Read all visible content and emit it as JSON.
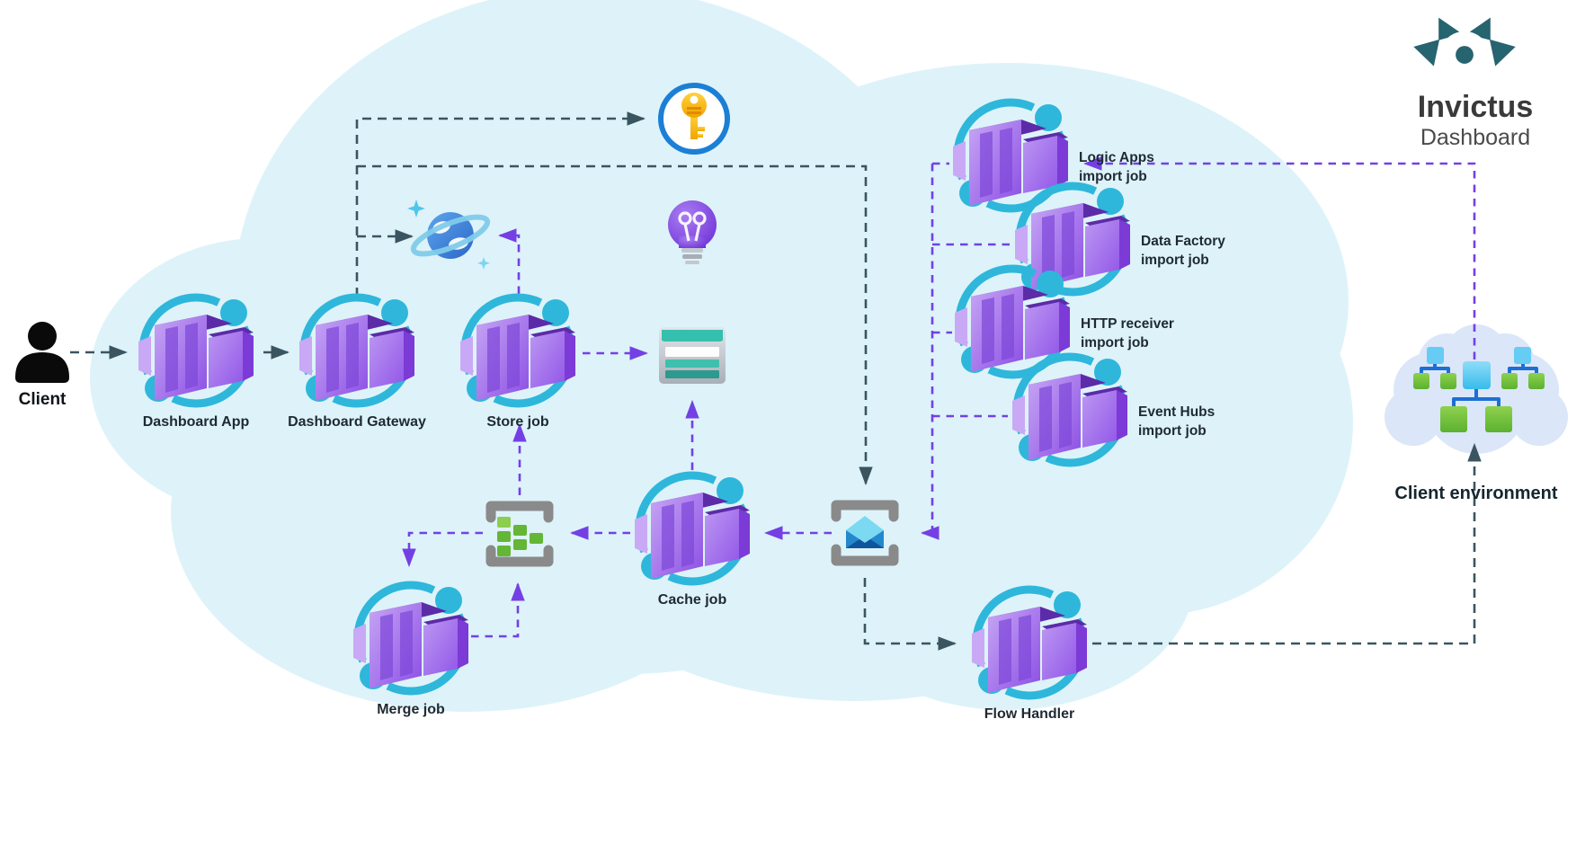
{
  "brand": {
    "title": "Invictus",
    "subtitle": "Dashboard"
  },
  "nodes": {
    "client": {
      "label": "Client"
    },
    "dashboard_app": {
      "label": "Dashboard App"
    },
    "dashboard_gateway": {
      "label": "Dashboard Gateway"
    },
    "store_job": {
      "label": "Store job"
    },
    "cache_job": {
      "label": "Cache job"
    },
    "merge_job": {
      "label": "Merge job"
    },
    "flow_handler": {
      "label": "Flow Handler"
    },
    "logic_apps_import": {
      "line1": "Logic Apps",
      "line2": "import job"
    },
    "data_factory_import": {
      "line1": "Data Factory",
      "line2": "import job"
    },
    "http_receiver_import": {
      "line1": "HTTP receiver",
      "line2": "import job"
    },
    "event_hubs_import": {
      "line1": "Event Hubs",
      "line2": "import job"
    },
    "client_environment": {
      "label": "Client environment"
    }
  },
  "icons": {
    "client": "person-icon",
    "job_service": "container-icon",
    "secrets": "key-vault-icon",
    "database": "cosmos-db-icon",
    "idea": "lightbulb-icon",
    "storage": "table-storage-icon",
    "messaging": "service-bus-icon",
    "queue": "message-queue-icon",
    "client_environment": "cloud-tree-icon",
    "brand": "invictus-logo-icon"
  },
  "colors": {
    "cloud_fill": "#ddf3f9",
    "env_cloud_fill": "#dbe6f8",
    "arrow_gray": "#3a5560",
    "arrow_purple": "#7440e4",
    "ring_cyan": "#2eb7db",
    "label_color": "#1f2933",
    "green_square": "#64b637",
    "teal_brand": "#26646f"
  }
}
